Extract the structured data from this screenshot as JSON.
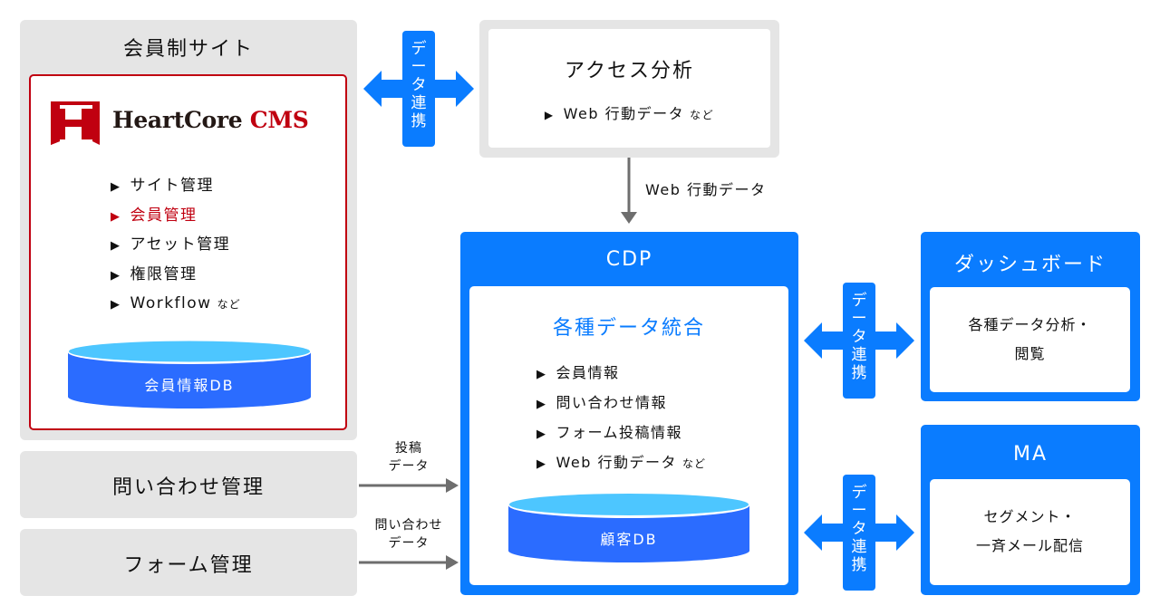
{
  "colors": {
    "blue": "#0a7cff",
    "red": "#c00010",
    "gray_panel": "#e5e5e5",
    "db_top": "#4dc6ff",
    "db_body": "#2b6cff",
    "arrow_gray": "#6e6e6e"
  },
  "member_site": {
    "title": "会員制サイト",
    "cms_logo": {
      "icon": "heartcore-logo-icon",
      "brand": "HeartCore",
      "product": " CMS"
    },
    "features": [
      {
        "label": "サイト管理",
        "active": false
      },
      {
        "label": "会員管理",
        "active": true
      },
      {
        "label": "アセット管理",
        "active": false
      },
      {
        "label": "権限管理",
        "active": false
      },
      {
        "label": "Workflow",
        "suffix": "など",
        "active": false
      }
    ],
    "db_label": "会員情報DB"
  },
  "inquiry": {
    "title": "問い合わせ管理",
    "flow_label_line1": "投稿",
    "flow_label_line2": "データ"
  },
  "form": {
    "title": "フォーム管理",
    "flow_label_line1": "問い合わせ",
    "flow_label_line2": "データ"
  },
  "access_analysis": {
    "title": "アクセス分析",
    "item": "Web 行動データ",
    "suffix": "など",
    "flow_label": "Web 行動データ"
  },
  "data_link": {
    "chars": [
      "デ",
      "ー",
      "タ",
      "連",
      "携"
    ]
  },
  "cdp": {
    "title": "CDP",
    "subtitle": "各種データ統合",
    "items": [
      {
        "label": "会員情報"
      },
      {
        "label": "問い合わせ情報"
      },
      {
        "label": "フォーム投稿情報"
      },
      {
        "label": "Web 行動データ",
        "suffix": "など"
      }
    ],
    "db_label": "顧客DB"
  },
  "dashboard": {
    "title": "ダッシュボード",
    "line1": "各種データ分析・",
    "line2": "閲覧"
  },
  "ma": {
    "title": "MA",
    "line1": "セグメント・",
    "line2": "一斉メール配信"
  },
  "bullet_glyph": "▶"
}
